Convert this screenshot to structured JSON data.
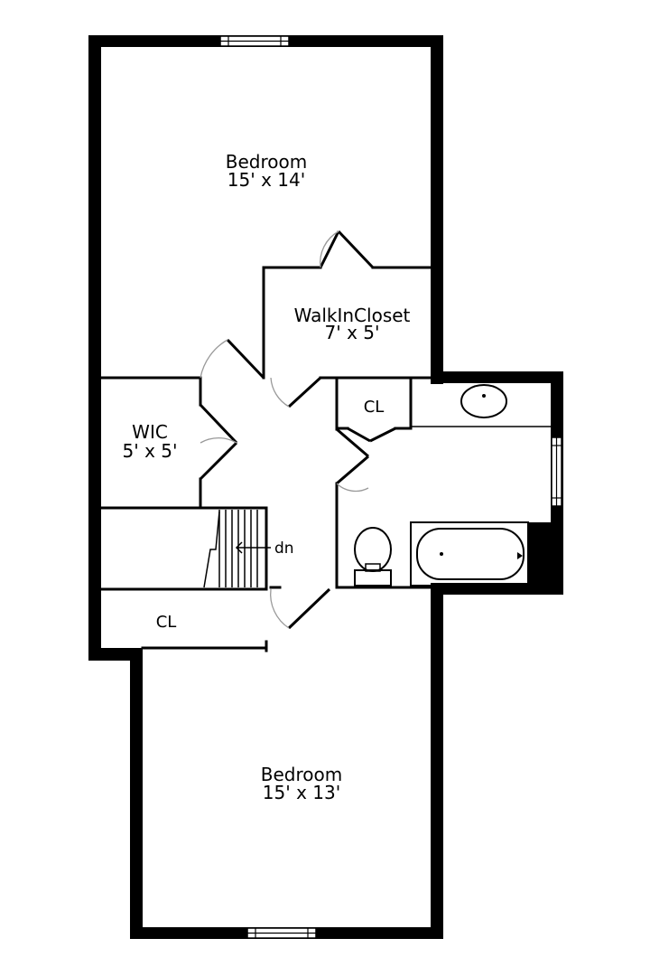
{
  "rooms": {
    "bedroom_top": {
      "name": "Bedroom",
      "size": "15' x 14'"
    },
    "walk_in_closet": {
      "name": "WalkInCloset",
      "size": "7' x 5'"
    },
    "wic": {
      "name": "WIC",
      "size": "5' x 5'"
    },
    "closet_bath": {
      "name": "CL"
    },
    "closet_hall": {
      "name": "CL"
    },
    "bedroom_bottom": {
      "name": "Bedroom",
      "size": "15' x 13'"
    }
  },
  "stairs": {
    "direction": "dn"
  },
  "colors": {
    "wall": "#000000",
    "door_swing": "#999999",
    "background": "#ffffff"
  }
}
